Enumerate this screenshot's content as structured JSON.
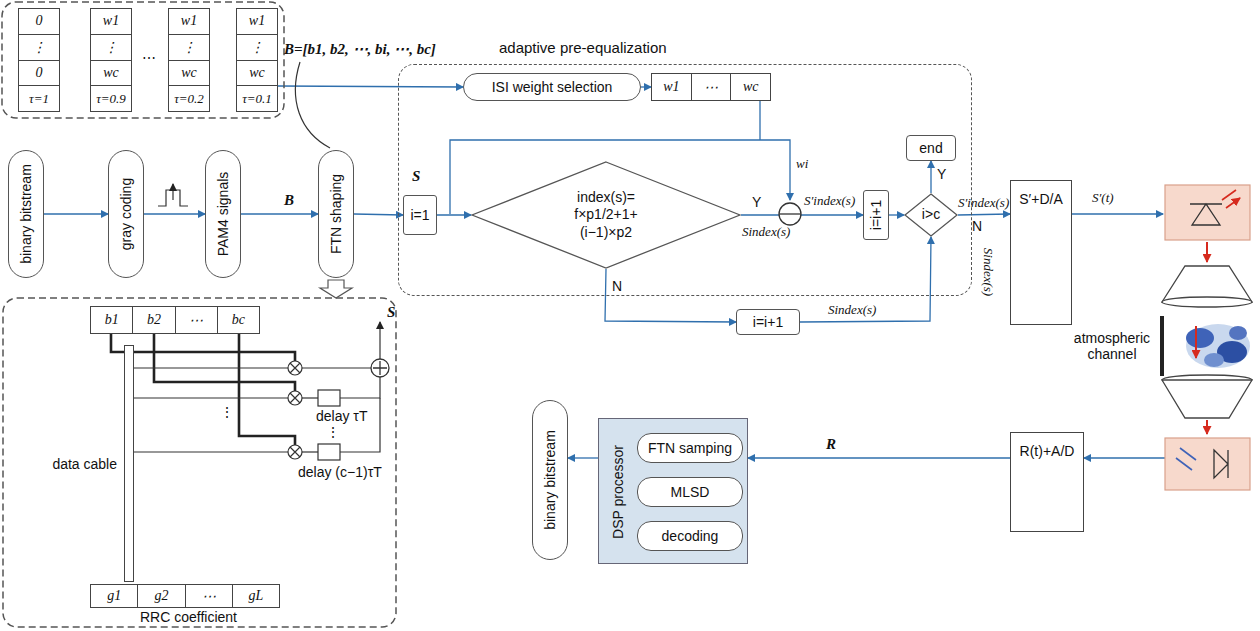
{
  "diagram": {
    "nodes": [
      {
        "text": [
          "0",
          "⋮",
          "0",
          "τ=1"
        ]
      },
      {
        "text": [
          "w1",
          "⋮",
          "wc",
          "τ=0.9"
        ]
      },
      {
        "text": [
          "w1",
          "⋮",
          "wc",
          "τ=0.2"
        ]
      },
      {
        "text": [
          "w1",
          "⋮",
          "wc",
          "τ=0.1"
        ]
      },
      {
        "text": [
          "binary bitstream"
        ]
      },
      {
        "text": [
          "gray coding"
        ]
      },
      {
        "text": [
          "PAM4 signals"
        ]
      },
      {
        "text": [
          "FTN shaping"
        ]
      },
      {
        "text": [
          "adaptive pre-equalization"
        ]
      },
      {
        "text": [
          "ISI weight selection"
        ],
        "in": 8
      },
      {
        "text": [
          "w1",
          "⋯",
          "wc"
        ],
        "in": 8
      },
      {
        "text": [
          "i=1"
        ],
        "in": 8
      },
      {
        "text": [
          "index(s)= f×p1/2+1+ (i−1)×p2"
        ],
        "in": 8
      },
      {
        "text": [
          "i=i+1"
        ],
        "in": 8
      },
      {
        "text": [
          "i>c"
        ],
        "in": 8
      },
      {
        "text": [
          "end"
        ],
        "in": 8
      },
      {
        "text": [
          "i=i+1"
        ],
        "in": 8
      },
      {
        "text": [
          "S′+D/A"
        ]
      },
      {
        "text": [
          "R(t)+A/D"
        ]
      },
      {
        "text": [
          "DSP processor"
        ]
      },
      {
        "text": [
          "FTN samping"
        ],
        "in": 19
      },
      {
        "text": [
          "MLSD"
        ],
        "in": 19
      },
      {
        "text": [
          "decoding"
        ],
        "in": 19
      },
      {
        "text": [
          "binary bitstream"
        ]
      },
      {
        "text": [
          "b1",
          "b2",
          "⋯",
          "bc"
        ]
      },
      {
        "text": [
          "data cable"
        ]
      },
      {
        "text": [
          "g1",
          "g2",
          "⋯",
          "gL"
        ]
      }
    ],
    "edges": [
      {
        "from": 4,
        "to": 5,
        "arrow": "to"
      },
      {
        "from": 5,
        "to": 6,
        "arrow": "to"
      },
      {
        "from": 6,
        "to": 7,
        "arrow": "to"
      },
      {
        "from": 7,
        "to": 11,
        "arrow": "to"
      },
      {
        "from": 3,
        "to": 9,
        "arrow": "to"
      },
      {
        "from": 9,
        "to": 10,
        "arrow": "to"
      },
      {
        "from": 11,
        "to": 12,
        "arrow": "to"
      },
      {
        "from": 12,
        "to": 13,
        "arrow": "to"
      },
      {
        "from": 12,
        "to": 16,
        "arrow": "to"
      },
      {
        "from": 13,
        "to": 14,
        "arrow": "to"
      },
      {
        "from": 16,
        "to": 14,
        "arrow": "to"
      },
      {
        "from": 14,
        "to": 15,
        "arrow": "to"
      },
      {
        "from": 14,
        "to": 17,
        "arrow": "to"
      },
      {
        "from": 18,
        "to": 19,
        "arrow": "to"
      },
      {
        "from": 19,
        "to": 23,
        "arrow": "to"
      }
    ],
    "labels": [
      "⋯",
      "B=[b1, b2, ⋯, bi, ⋯, bc]",
      "B",
      "S",
      "wi",
      "Y",
      "Sindex(s)",
      "S′index(s)",
      "N",
      "Sindex(s)",
      "Y",
      "S′index(s)",
      "N",
      "Sindex(s)",
      "S′(t)",
      "atmospheric channel",
      "R",
      "S",
      "delay τT",
      "⋮",
      "delay (c−1)τT",
      "RRC coefficient",
      "⋮"
    ]
  }
}
